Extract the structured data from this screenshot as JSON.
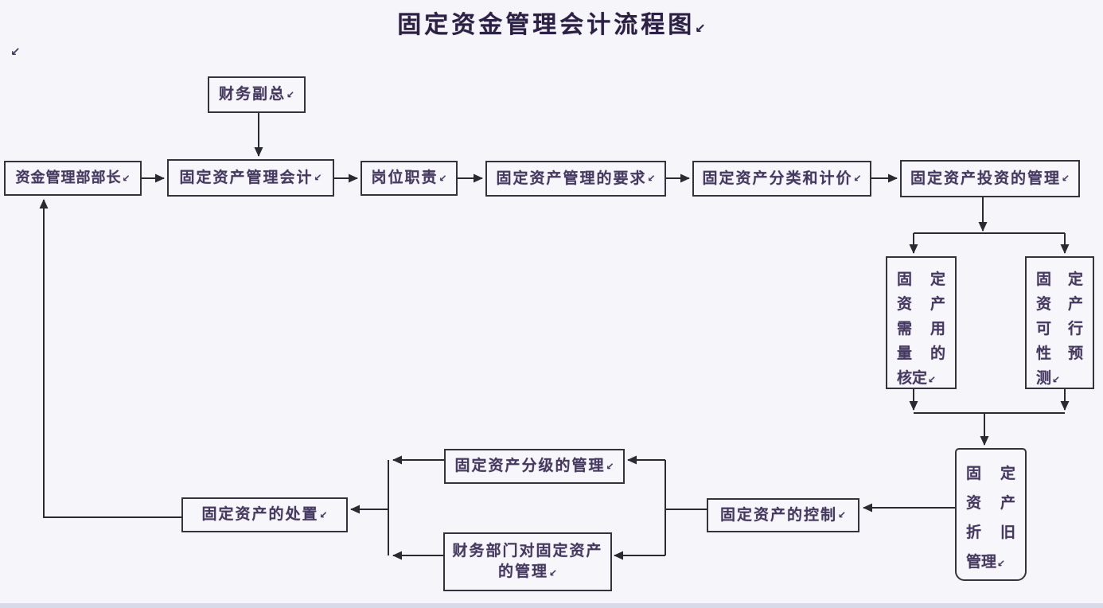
{
  "title": {
    "text": "固定资金管理会计流程图"
  },
  "marks": {
    "return": "↙"
  },
  "nodes": {
    "cfo": {
      "label": "财务副总"
    },
    "fund_dept_head": {
      "label": "资金管理部部长"
    },
    "fixed_asset_accountant": {
      "label": "固定资产管理会计"
    },
    "job_duty": {
      "label": "岗位职责"
    },
    "mgmt_requirements": {
      "label": "固定资产管理的要求"
    },
    "classification_valuation": {
      "label": "固定资产分类和计价"
    },
    "investment_mgmt": {
      "label": "固定资产投资的管理"
    },
    "demand_assessment": {
      "lines": [
        "固 定",
        "资 产",
        "需 用",
        "量 的",
        "核定"
      ],
      "full_label": "固定资产需用量的核定"
    },
    "feasibility_forecast": {
      "lines": [
        "固 定",
        "资 产",
        "可 行",
        "性 预",
        "测"
      ],
      "full_label": "固定资产可行性预测"
    },
    "depreciation_mgmt": {
      "lines": [
        "固 定",
        "资 产",
        "折 旧",
        "管理"
      ],
      "full_label": "固定资产折旧管理"
    },
    "asset_control": {
      "label": "固定资产的控制"
    },
    "grading_mgmt": {
      "label": "固定资产分级的管理"
    },
    "finance_dept_mgmt": {
      "label": "财务部门对固定资产的管理"
    },
    "asset_disposal": {
      "label": "固定资产的处置"
    }
  },
  "colors": {
    "background": "#f6f6fa",
    "box_fill": "#f7f7fb",
    "box_border": "#35323d",
    "text": "#46395f",
    "title": "#2c2144",
    "line": "#2a2a33",
    "bottom_bar": "#d7dbe8"
  }
}
